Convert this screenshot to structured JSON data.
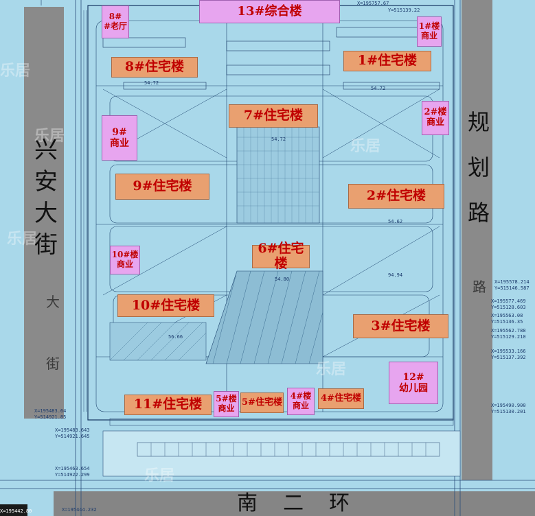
{
  "roads": {
    "west": [
      "兴",
      "安",
      "大",
      "街"
    ],
    "west_ghost": [
      "大",
      "街"
    ],
    "east": [
      "规",
      "划",
      "路"
    ],
    "east_ghost": "路",
    "south": "南  二  环"
  },
  "buildings": {
    "b13": "13#综合楼",
    "b8c": [
      "8#",
      "#老厅"
    ],
    "b1c": [
      "1#楼",
      "商业"
    ],
    "b8": "8#住宅楼",
    "b1": "1#住宅楼",
    "b9c": [
      "9#",
      "商业"
    ],
    "b7": "7#住宅楼",
    "b2c": [
      "2#楼",
      "商业"
    ],
    "b9": "9#住宅楼",
    "b2": "2#住宅楼",
    "b10c": [
      "10#楼",
      "商业"
    ],
    "b6": "6#住宅楼",
    "b10": "10#住宅楼",
    "b3": "3#住宅楼",
    "b12": [
      "12#",
      "幼儿园"
    ],
    "b11": "11#住宅楼",
    "b5c": [
      "5#楼",
      "商业"
    ],
    "b5": "5#住宅楼",
    "b4c": [
      "4#楼",
      "商业"
    ],
    "b4": "4#住宅楼"
  },
  "dimensions": {
    "d1": "54.72",
    "d2": "54.72",
    "d3": "54.72",
    "d4": "54.62",
    "d5": "94.94",
    "d6": "56.66",
    "d7": "54.80"
  },
  "coords": {
    "c1": "X=195578.214",
    "c2": "Y=515146.587",
    "c3": "X=195577.469",
    "c4": "Y=515128.603",
    "c5": "X=195563.08",
    "c6": "Y=515136.35",
    "c7": "X=195562.788",
    "c8": "Y=515129.210",
    "c9": "X=195533.166",
    "c10": "Y=515137.392",
    "c11": "X=195483.64",
    "c12": "Y=514921.85",
    "c13": "X=195483.643",
    "c14": "Y=514921.645",
    "c15": "X=195463.654",
    "c16": "Y=514922.299",
    "c17": "X=195490.900",
    "c18": "Y=515130.201",
    "c19": "X=195444.232",
    "c20": "X=195442.80",
    "c21": "X=195757.67",
    "c22": "Y=515139.22"
  },
  "watermark": "乐居",
  "colors": {
    "background": "#a9d8ea",
    "residential": "#e9a070",
    "commercial": "#e7a5ef",
    "label": "#c00000",
    "road": "#8a8a8a"
  }
}
